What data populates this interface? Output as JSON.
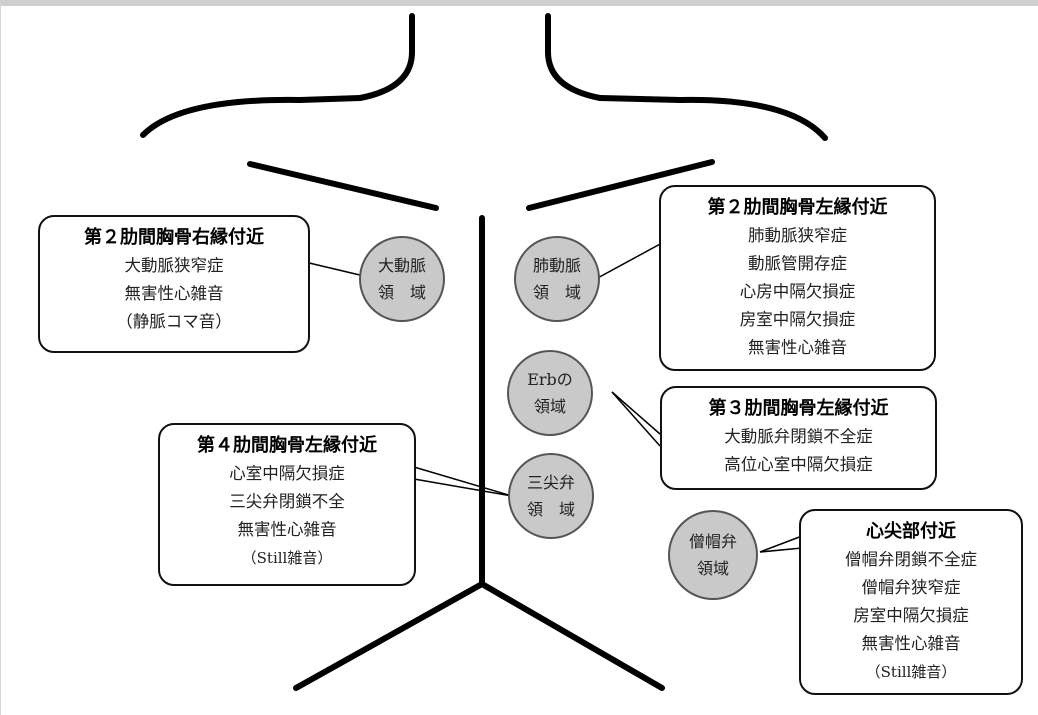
{
  "regions": [
    {
      "id": "aortic",
      "line1": "大動脈",
      "line2": "領　域"
    },
    {
      "id": "pulmonary",
      "line1": "肺動脈",
      "line2": "領　域"
    },
    {
      "id": "erb",
      "line1": "Erbの",
      "line2": "領域"
    },
    {
      "id": "tricuspid",
      "line1": "三尖弁",
      "line2": "領　域"
    },
    {
      "id": "mitral",
      "line1": "僧帽弁",
      "line2": "領域"
    }
  ],
  "callouts": [
    {
      "id": "right-2nd",
      "title": "第２肋間胸骨右縁付近",
      "items": [
        "大動脈狭窄症",
        "無害性心雑音",
        "（静脈コマ音）"
      ]
    },
    {
      "id": "left-2nd",
      "title": "第２肋間胸骨左縁付近",
      "items": [
        "肺動脈狭窄症",
        "動脈管開存症",
        "心房中隔欠損症",
        "房室中隔欠損症",
        "無害性心雑音"
      ]
    },
    {
      "id": "left-3rd",
      "title": "第３肋間胸骨左縁付近",
      "items": [
        "大動脈弁閉鎖不全症",
        "高位心室中隔欠損症"
      ]
    },
    {
      "id": "left-4th",
      "title": "第４肋間胸骨左縁付近",
      "items": [
        "心室中隔欠損症",
        "三尖弁閉鎖不全",
        "無害性心雑音",
        "（Still雑音）"
      ]
    },
    {
      "id": "apex",
      "title": "心尖部付近",
      "items": [
        "僧帽弁閉鎖不全症",
        "僧帽弁狭窄症",
        "房室中隔欠損症",
        "無害性心雑音",
        "（Still雑音）"
      ]
    }
  ]
}
